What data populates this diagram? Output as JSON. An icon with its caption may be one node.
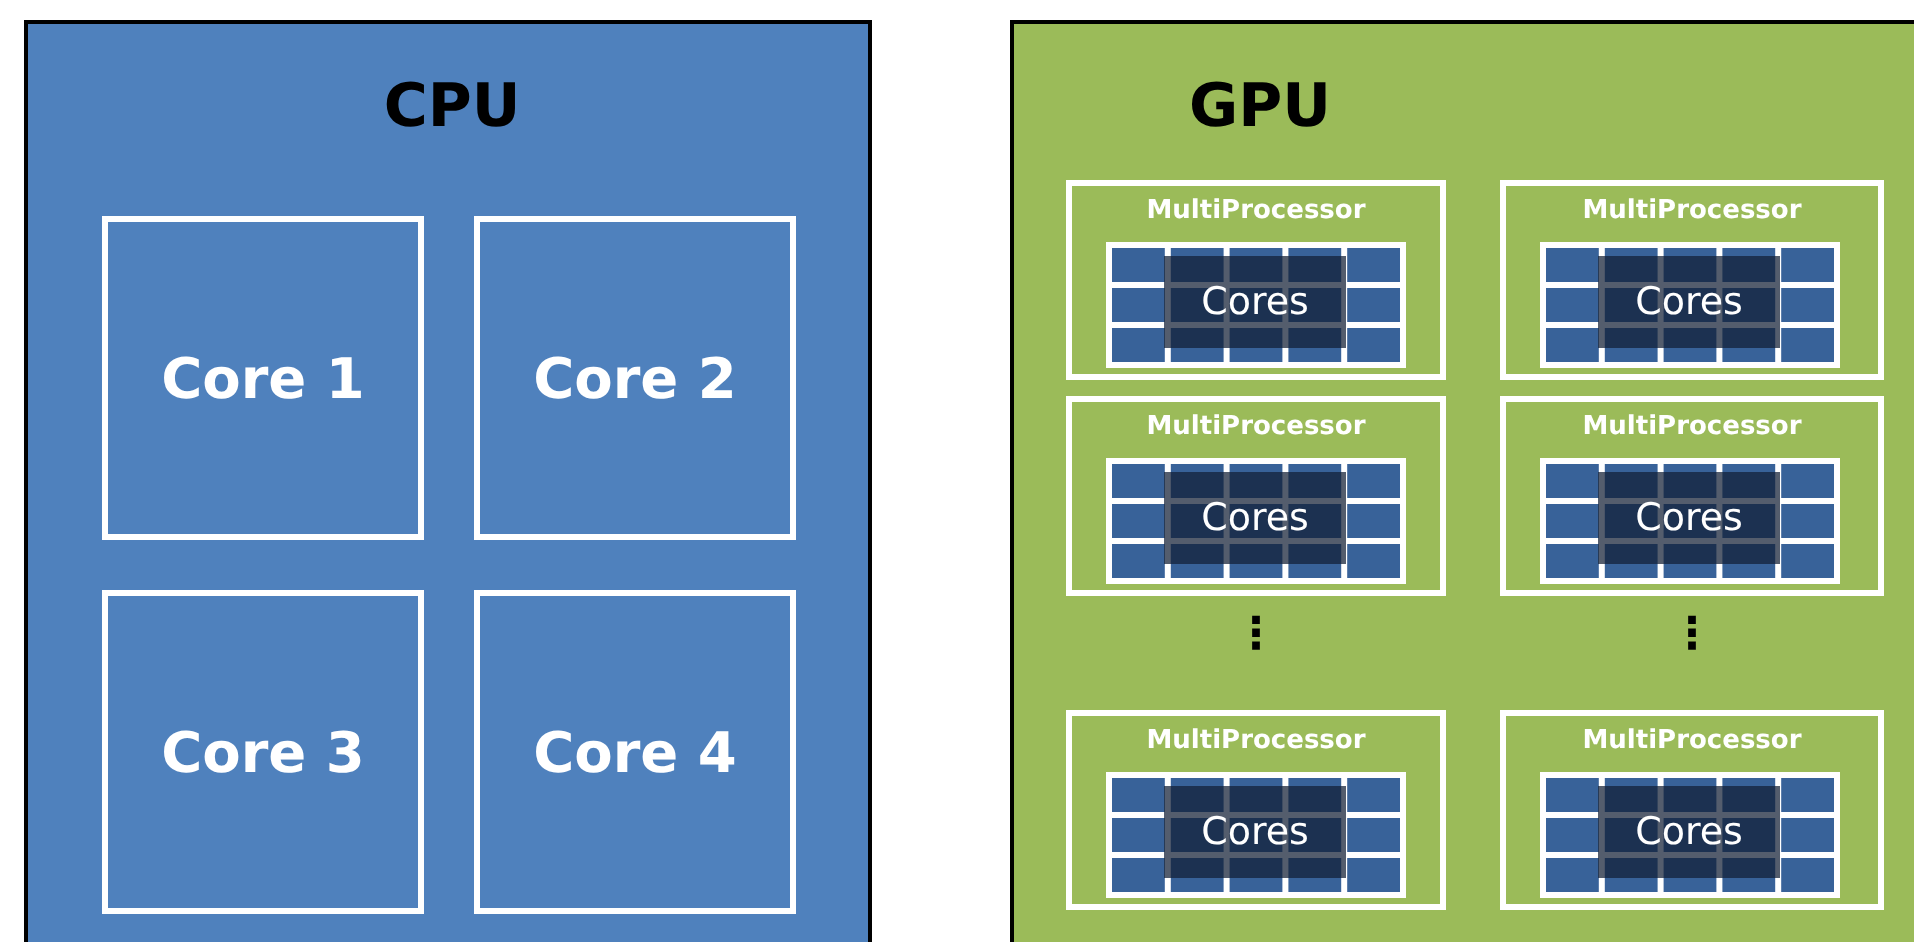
{
  "diagram": {
    "nodes": [
      {
        "text": [
          "CPU"
        ]
      },
      {
        "text": [
          "Core 1"
        ],
        "in": 0
      },
      {
        "text": [
          "Core 2"
        ],
        "in": 0
      },
      {
        "text": [
          "Core 3"
        ],
        "in": 0
      },
      {
        "text": [
          "Core 4"
        ],
        "in": 0
      },
      {
        "text": [
          "GPU"
        ]
      },
      {
        "text": [
          "MultiProcessor"
        ],
        "in": 5
      },
      {
        "text": [
          "Cores"
        ],
        "in": 6
      },
      {
        "text": [
          "MultiProcessor"
        ],
        "in": 5
      },
      {
        "text": [
          "Cores"
        ],
        "in": 8
      },
      {
        "text": [
          "MultiProcessor"
        ],
        "in": 5
      },
      {
        "text": [
          "Cores"
        ],
        "in": 10
      },
      {
        "text": [
          "MultiProcessor"
        ],
        "in": 5
      },
      {
        "text": [
          "Cores"
        ],
        "in": 12
      },
      {
        "text": [
          "MultiProcessor"
        ],
        "in": 5
      },
      {
        "text": [
          "Cores"
        ],
        "in": 14
      },
      {
        "text": [
          "MultiProcessor"
        ],
        "in": 5
      },
      {
        "text": [
          "Cores"
        ],
        "in": 16
      }
    ],
    "labels": [
      "⋮",
      "⋮"
    ]
  }
}
